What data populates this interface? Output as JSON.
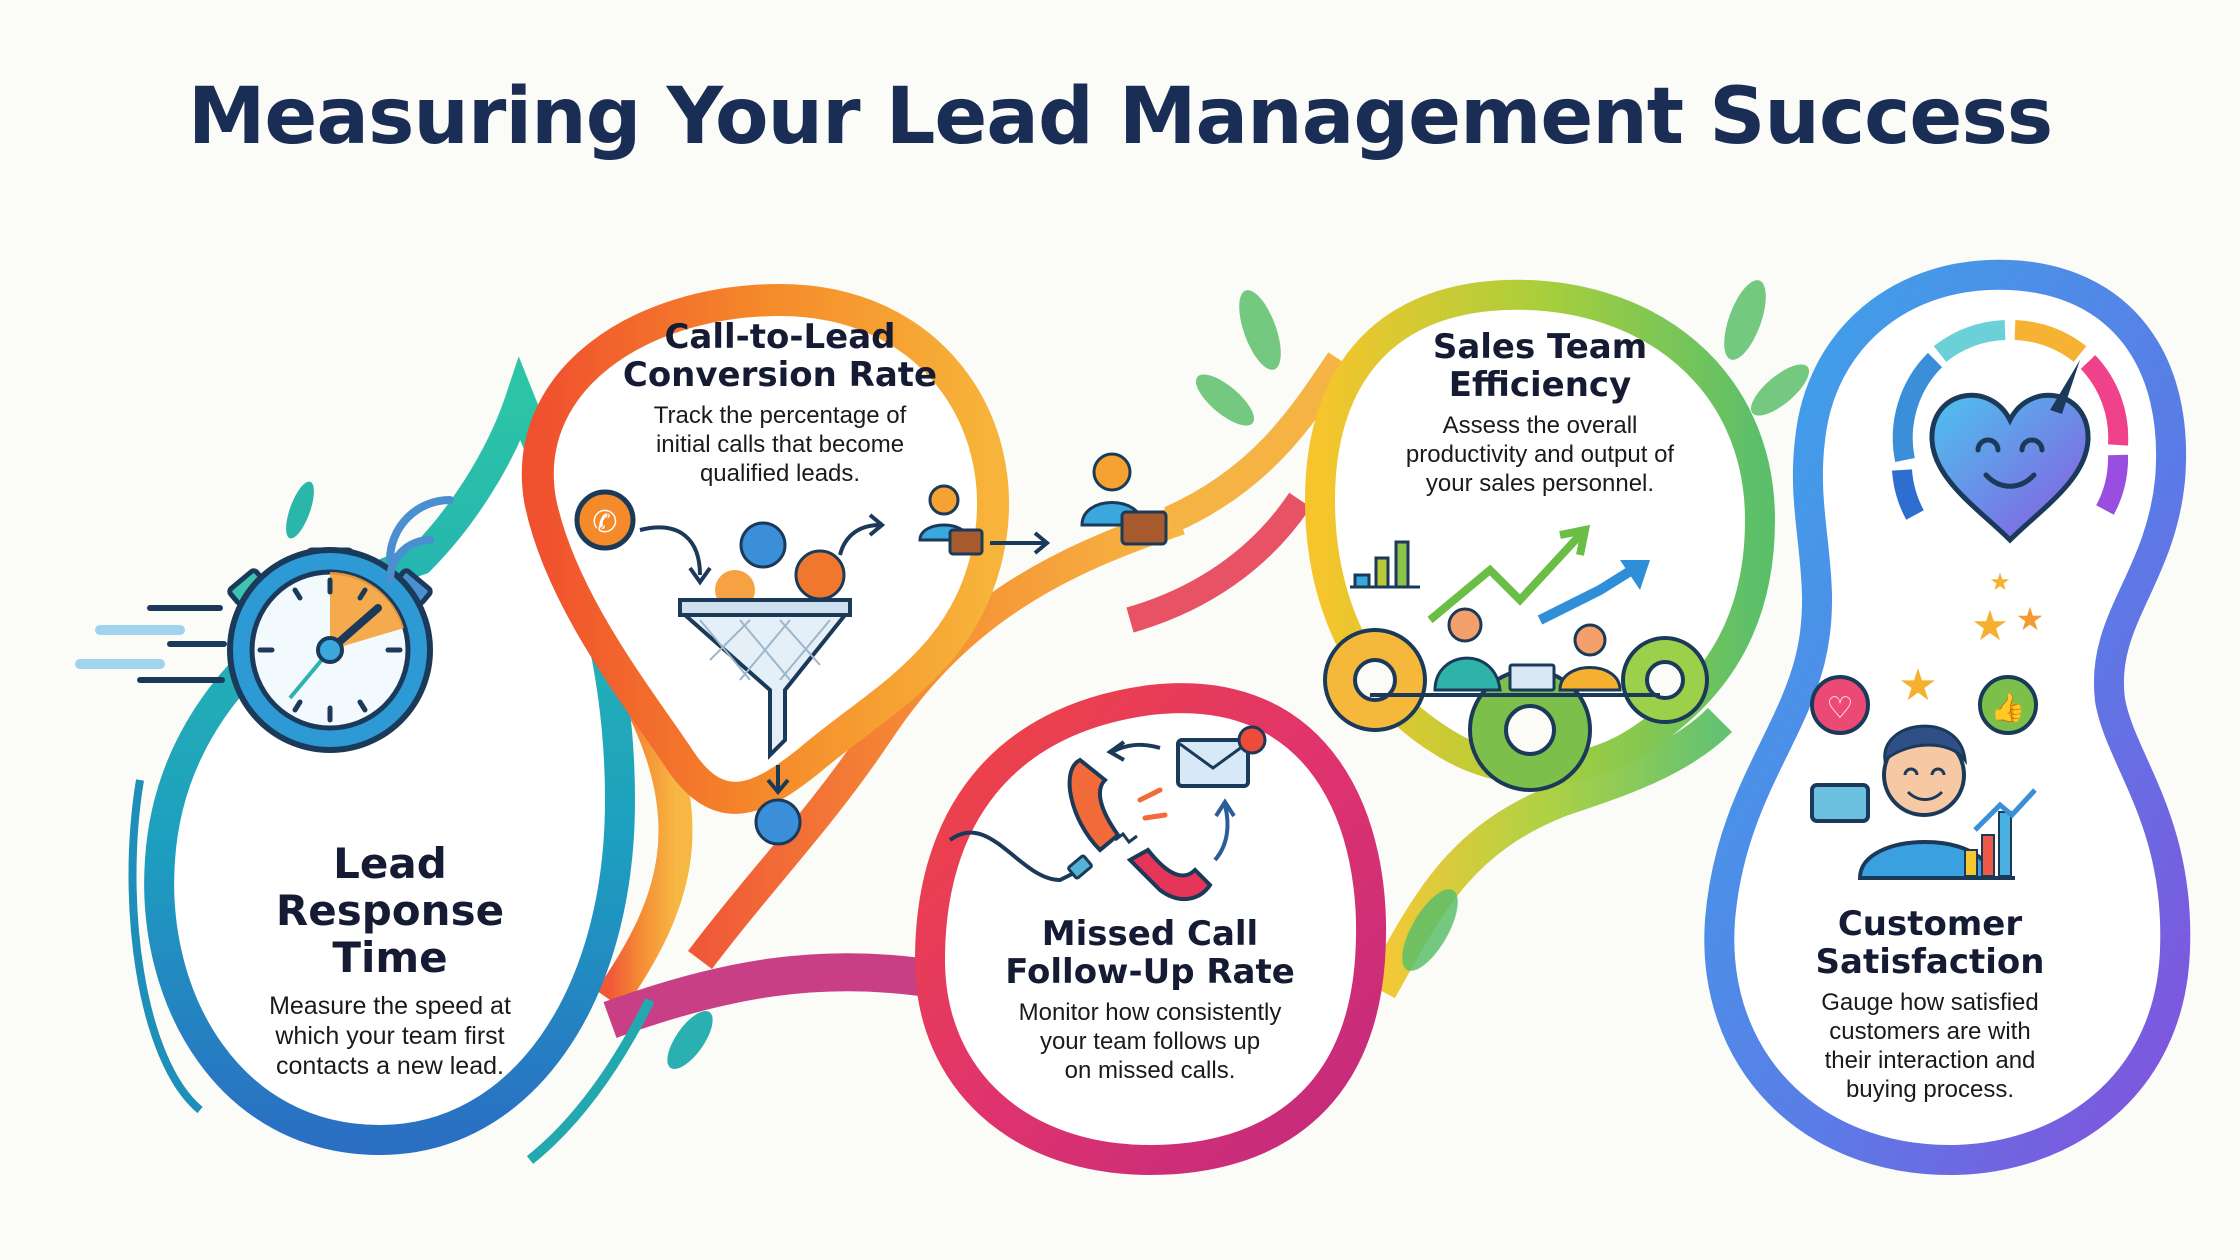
{
  "title": "Measuring Your Lead Management Success",
  "colors": {
    "background": "#fbfbf8",
    "title": "#1a2e55",
    "teal": "#1fb5a8",
    "blue": "#2a7fc9",
    "orange": "#f5862b",
    "red_orange": "#f0562d",
    "magenta": "#d63474",
    "yellow": "#f4c430",
    "green": "#7dc142",
    "sky": "#3aa7e8",
    "purple": "#7a56e0"
  },
  "metrics": [
    {
      "id": "lead-response-time",
      "title_lines": [
        "Lead",
        "Response",
        "Time"
      ],
      "description_lines": [
        "Measure the speed at",
        "which your team first",
        "contacts a new lead."
      ],
      "icon": "stopwatch-icon",
      "ring_color": "teal-blue"
    },
    {
      "id": "call-to-lead-conversion-rate",
      "title_lines": [
        "Call-to-Lead",
        "Conversion Rate"
      ],
      "description_lines": [
        "Track the percentage of",
        "initial calls that become",
        "qualified leads."
      ],
      "icon": "funnel-icon",
      "ring_color": "orange"
    },
    {
      "id": "missed-call-follow-up-rate",
      "title_lines": [
        "Missed Call",
        "Follow-Up Rate"
      ],
      "description_lines": [
        "Monitor how consistently",
        "your team follows up",
        "on missed calls."
      ],
      "icon": "broken-phone-icon",
      "ring_color": "magenta"
    },
    {
      "id": "sales-team-efficiency",
      "title_lines": [
        "Sales Team",
        "Efficiency"
      ],
      "description_lines": [
        "Assess the overall",
        "productivity and output of",
        "your sales personnel."
      ],
      "icon": "gears-team-icon",
      "ring_color": "yellow-green"
    },
    {
      "id": "customer-satisfaction",
      "title_lines": [
        "Customer",
        "Satisfaction"
      ],
      "description_lines": [
        "Gauge how satisfied",
        "customers are with",
        "their interaction and",
        "buying process."
      ],
      "icon": "heart-gauge-icon",
      "ring_color": "blue-purple"
    }
  ]
}
